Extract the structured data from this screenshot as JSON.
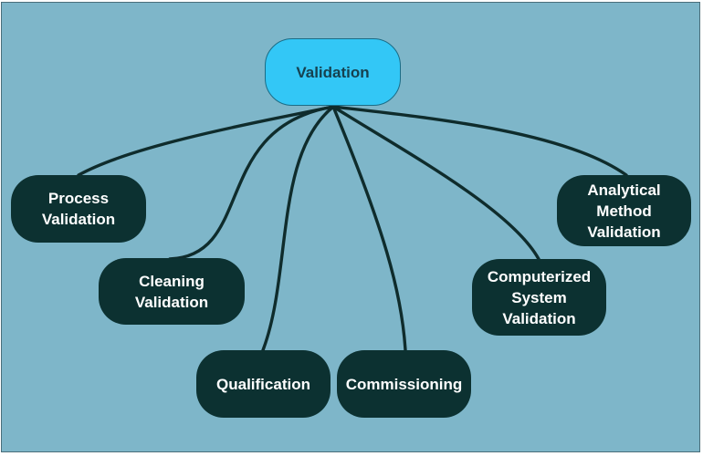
{
  "diagram": {
    "root": {
      "label": "Validation"
    },
    "children": [
      {
        "id": "process",
        "label": "Process\nValidation"
      },
      {
        "id": "cleaning",
        "label": "Cleaning\nValidation"
      },
      {
        "id": "qualification",
        "label": "Qualification"
      },
      {
        "id": "commissioning",
        "label": "Commissioning"
      },
      {
        "id": "computerized",
        "label": "Computerized\nSystem\nValidation"
      },
      {
        "id": "analytical",
        "label": "Analytical\nMethod\nValidation"
      }
    ]
  },
  "colors": {
    "background": "#7eb6c9",
    "root_fill": "#33c7f6",
    "node_fill": "#0c3131",
    "connector": "#0f2c2c"
  }
}
